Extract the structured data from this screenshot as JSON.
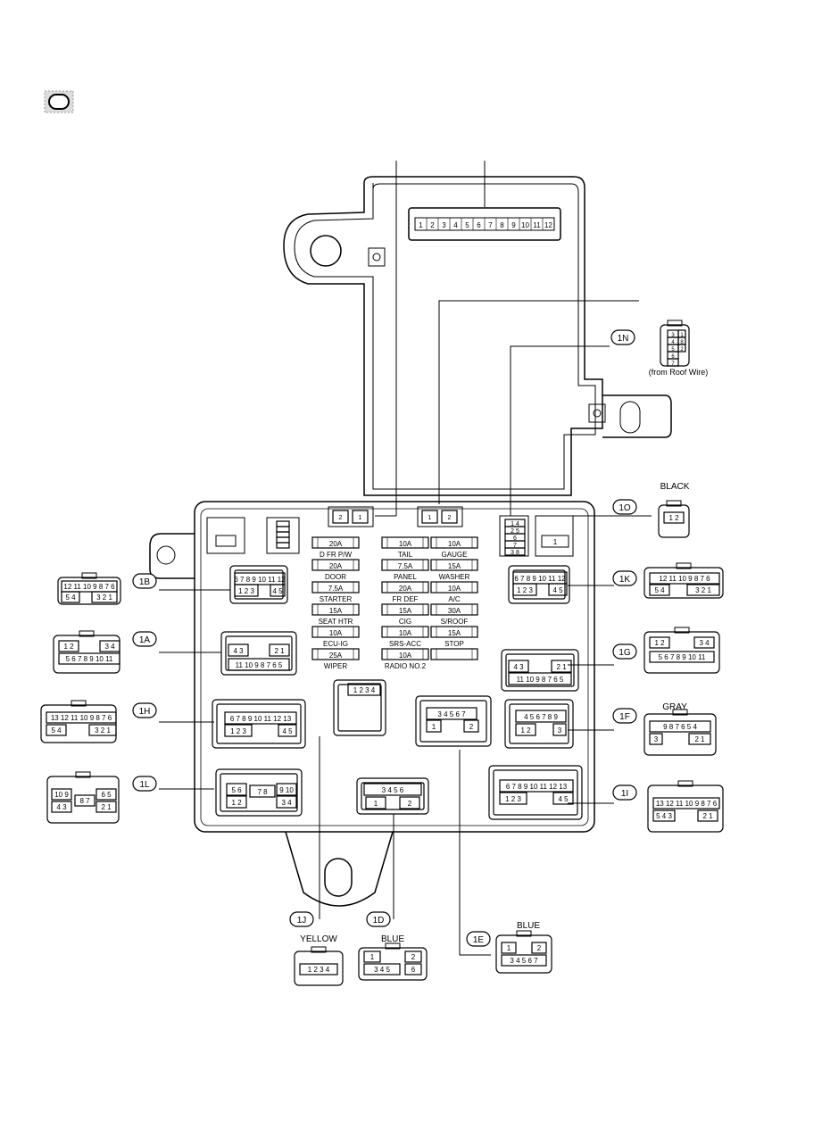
{
  "connectors": {
    "1N": {
      "tag": "1N",
      "note": "(from Roof Wire)"
    },
    "1O": {
      "tag": "1O",
      "color": "BLACK"
    },
    "1K": {
      "tag": "1K"
    },
    "1G": {
      "tag": "1G"
    },
    "1F": {
      "tag": "1F",
      "color": "GRAY"
    },
    "1I": {
      "tag": "1I"
    },
    "1B": {
      "tag": "1B"
    },
    "1A": {
      "tag": "1A"
    },
    "1H": {
      "tag": "1H"
    },
    "1L": {
      "tag": "1L"
    },
    "1J": {
      "tag": "1J",
      "color": "YELLOW"
    },
    "1D": {
      "tag": "1D",
      "color": "BLUE"
    },
    "1E": {
      "tag": "1E",
      "color": "BLUE"
    }
  },
  "fuses": [
    {
      "amp": "20A",
      "name": "D FR P/W"
    },
    {
      "amp": "10A",
      "name": "TAIL"
    },
    {
      "amp": "10A",
      "name": "GAUGE"
    },
    {
      "amp": "20A",
      "name": "DOOR"
    },
    {
      "amp": "7.5A",
      "name": "PANEL"
    },
    {
      "amp": "15A",
      "name": "WASHER"
    },
    {
      "amp": "7.5A",
      "name": "STARTER"
    },
    {
      "amp": "20A",
      "name": "FR DEF"
    },
    {
      "amp": "10A",
      "name": "A/C"
    },
    {
      "amp": "15A",
      "name": "SEAT HTR"
    },
    {
      "amp": "15A",
      "name": "CIG"
    },
    {
      "amp": "30A",
      "name": "S/ROOF"
    },
    {
      "amp": "10A",
      "name": "ECU-IG"
    },
    {
      "amp": "10A",
      "name": "SRS-ACC"
    },
    {
      "amp": "15A",
      "name": "STOP"
    },
    {
      "amp": "25A",
      "name": "WIPER"
    },
    {
      "amp": "10A",
      "name": "RADIO NO.2"
    },
    {
      "amp": "",
      "name": ""
    }
  ],
  "pins": {
    "top12": [
      "1",
      "2",
      "3",
      "4",
      "5",
      "6",
      "7",
      "8",
      "9",
      "10",
      "11",
      "12"
    ],
    "relayA": [
      "2",
      "1"
    ],
    "relayB": [
      "1",
      "2"
    ],
    "box1B": {
      "row1": "6 7 8 9 10 11 12",
      "row2": "1 2 3",
      "row2b": "4 5"
    },
    "box1A": {
      "row1": "4 3",
      "row1b": "2 1",
      "row2": "11 10 9 8 7 6 5"
    },
    "box1H": {
      "row1": "6 7 8 9 10 11 12 13",
      "row2": "1 2 3",
      "row2b": "4 5"
    },
    "box1L": {
      "row1": "5 6",
      "row1b": "7 8",
      "row1c": "9 10",
      "row2": "1 2",
      "row2b": "3 4"
    },
    "box1J": "1 2 3 4",
    "box1D": {
      "row1": "3 4 5 6",
      "row2a": "1",
      "row2b": "2"
    },
    "box1E": {
      "row1": "3 4 5 6 7",
      "row2a": "1",
      "row2b": "2"
    },
    "box1F": {
      "row1": "4 5 6 7 8 9",
      "row2a": "1 2",
      "row2b": "3"
    },
    "box1I": {
      "row1": "6 7 8 9 10 11 12 13",
      "row2": "1 2 3",
      "row2b": "4 5"
    },
    "box1K": {
      "row1": "6 7 8 9 10 11 12",
      "row2": "1 2 3",
      "row2b": "4 5"
    },
    "box1G": {
      "row1": "4 3",
      "row1b": "2 1",
      "row2": "11 10 9 8 7 6 5"
    },
    "box1N": {
      "a": "1 4",
      "b": "2 5",
      "c": "6",
      "d": "7",
      "e": "3 8"
    },
    "box1O": "1",
    "ext1N": [
      "3",
      "4",
      "5",
      "6",
      "7",
      "1",
      "8",
      "2"
    ],
    "ext1O": "1 2",
    "ext1K": {
      "row1": "12 11 10 9 8 7 6",
      "row2": "5 4",
      "row2b": "3 2 1"
    },
    "ext1G": {
      "row1": "1 2",
      "row1b": "3 4",
      "row2": "5 6 7 8 9 10 11"
    },
    "ext1F": {
      "row1": "9 8 7 6 5 4",
      "row2a": "3",
      "row2b": "2 1"
    },
    "ext1I": {
      "row1": "13 12 11 10 9 8 7 6",
      "row2": "5 4 3",
      "row2b": "2 1"
    },
    "ext1B": {
      "row1": "12 11 10 9 8 7 6",
      "row2": "5 4",
      "row2b": "3 2 1"
    },
    "ext1A": {
      "row1": "1 2",
      "row1b": "3 4",
      "row2": "5 6 7 8 9 10 11"
    },
    "ext1H": {
      "row1": "13 12 11 10 9 8 7 6",
      "row2": "5 4",
      "row2b": "3 2 1"
    },
    "ext1L": {
      "row1": "10 9",
      "row1b": "8 7",
      "row1c": "6 5",
      "row2": "4 3",
      "row2b": "2 1"
    },
    "ext1J": "1 2 3 4",
    "ext1D": {
      "row1a": "1",
      "row1b": "2",
      "row2": "3 4 5",
      "row2b": "6"
    },
    "ext1E": {
      "row1a": "1",
      "row1b": "2",
      "row2": "3 4 5 6 7"
    }
  }
}
